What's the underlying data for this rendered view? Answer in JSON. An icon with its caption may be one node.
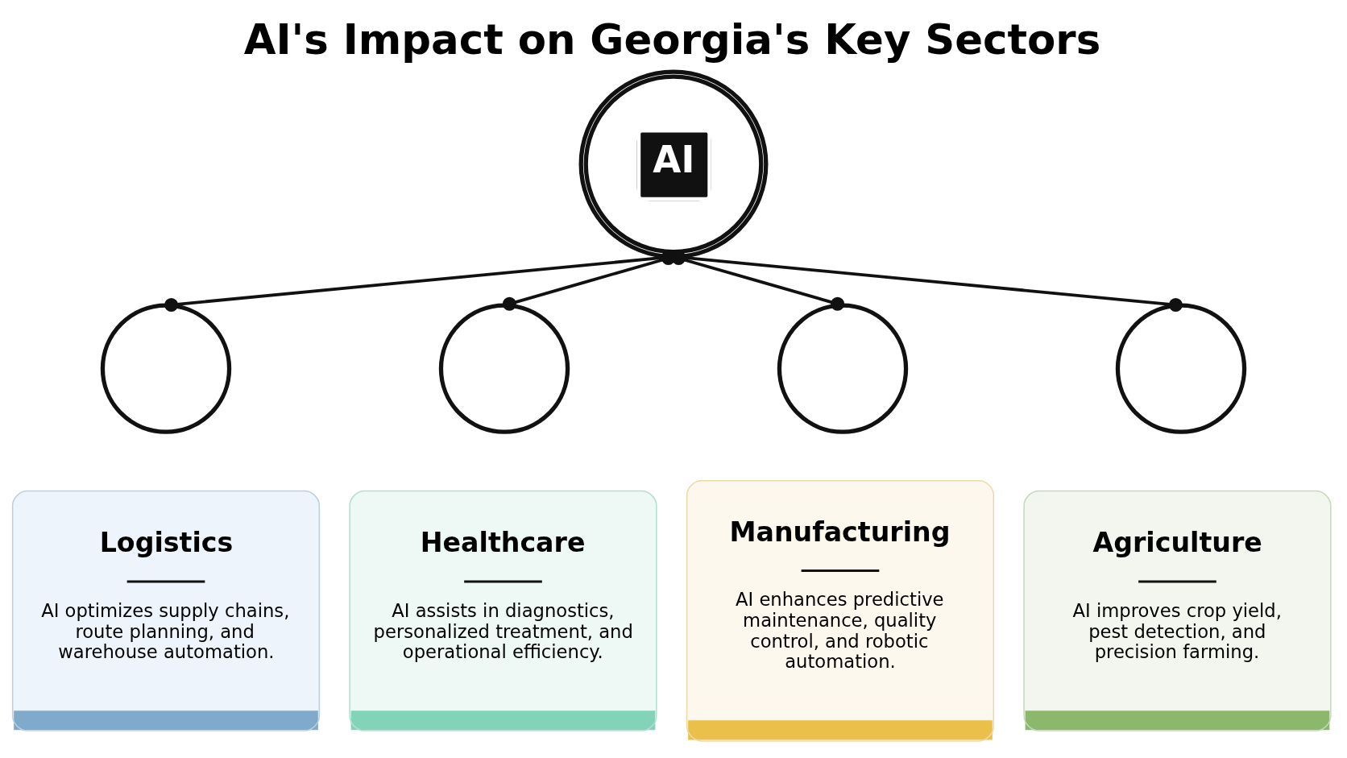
{
  "diagram": {
    "title": "AI's Impact on Georgia's Key Sectors",
    "nodes": [
      {
        "text": [
          "AI"
        ]
      },
      {
        "text": [],
        "shape": "circle"
      },
      {
        "text": [],
        "shape": "circle"
      },
      {
        "text": [],
        "shape": "circle"
      },
      {
        "text": [],
        "shape": "circle"
      },
      {
        "text": [
          "Logistics",
          "AI optimizes supply chains, route planning, and warehouse automation."
        ]
      },
      {
        "text": [
          "Healthcare",
          "AI assists in diagnostics, personalized treatment, and operational efficiency."
        ]
      },
      {
        "text": [
          "Manufacturing",
          "AI enhances predictive maintenance, quality control, and robotic automation."
        ]
      },
      {
        "text": [
          "Agriculture",
          "AI improves crop yield, pest detection, and precision farming."
        ]
      }
    ],
    "edges": [
      {
        "from": 0,
        "to": 1,
        "arrow": "other"
      },
      {
        "from": 0,
        "to": 2,
        "arrow": "other"
      },
      {
        "from": 0,
        "to": 3,
        "arrow": "other"
      },
      {
        "from": 0,
        "to": 4,
        "arrow": "other"
      }
    ]
  }
}
